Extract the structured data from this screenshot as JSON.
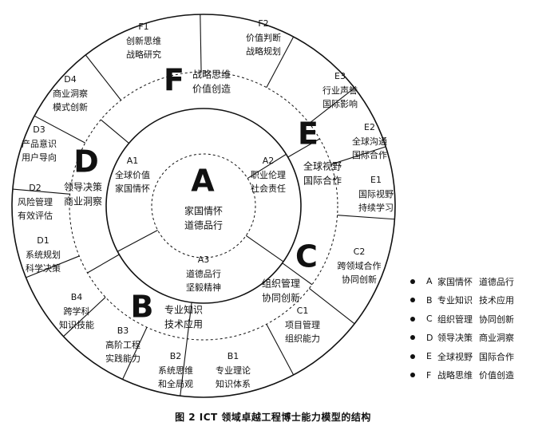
{
  "center": {
    "letter": "A",
    "lines": [
      "家国情怀",
      "道德品行"
    ]
  },
  "inner_ring": [
    {
      "id": "A1",
      "lines": [
        "全球价值",
        "家国情怀"
      ]
    },
    {
      "id": "A2",
      "lines": [
        "职业伦理",
        "社会责任"
      ]
    },
    {
      "id": "A3",
      "lines": [
        "道德品行",
        "坚毅精神"
      ]
    }
  ],
  "middle_ring": [
    {
      "letter": "F",
      "lines": [
        "战略思维",
        "价值创造"
      ]
    },
    {
      "letter": "E",
      "lines": [
        "全球视野",
        "国际合作"
      ]
    },
    {
      "letter": "C",
      "lines": [
        "组织管理",
        "协同创新"
      ]
    },
    {
      "letter": "B",
      "lines": [
        "专业知识",
        "技术应用"
      ]
    },
    {
      "letter": "D",
      "lines": [
        "领导决策",
        "商业洞察"
      ]
    }
  ],
  "outer_ring": [
    {
      "id": "F1",
      "lines": [
        "创新思维",
        "战略研究"
      ]
    },
    {
      "id": "F2",
      "lines": [
        "价值判断",
        "战略规划"
      ]
    },
    {
      "id": "E3",
      "lines": [
        "行业声誉",
        "国际影响"
      ]
    },
    {
      "id": "E2",
      "lines": [
        "全球沟通",
        "国际合作"
      ]
    },
    {
      "id": "E1",
      "lines": [
        "国际视野",
        "持续学习"
      ]
    },
    {
      "id": "C2",
      "lines": [
        "跨领域合作",
        "协同创新"
      ]
    },
    {
      "id": "C1",
      "lines": [
        "项目管理",
        "组织能力"
      ]
    },
    {
      "id": "B1",
      "lines": [
        "专业理论",
        "知识体系"
      ]
    },
    {
      "id": "B2",
      "lines": [
        "系统思维",
        "和全局观"
      ]
    },
    {
      "id": "B3",
      "lines": [
        "高阶工程",
        "实践能力"
      ]
    },
    {
      "id": "B4",
      "lines": [
        "跨学科",
        "知识技能"
      ]
    },
    {
      "id": "D1",
      "lines": [
        "系统规划",
        "科学决策"
      ]
    },
    {
      "id": "D2",
      "lines": [
        "风险管理",
        "有效评估"
      ]
    },
    {
      "id": "D3",
      "lines": [
        "产品意识",
        "用户导向"
      ]
    },
    {
      "id": "D4",
      "lines": [
        "商业洞察",
        "模式创新"
      ]
    }
  ],
  "legend": [
    {
      "letter": "A",
      "a": "家国情怀",
      "b": "道德品行"
    },
    {
      "letter": "B",
      "a": "专业知识",
      "b": "技术应用"
    },
    {
      "letter": "C",
      "a": "组织管理",
      "b": "协同创新"
    },
    {
      "letter": "D",
      "a": "领导决策",
      "b": "商业洞察"
    },
    {
      "letter": "E",
      "a": "全球视野",
      "b": "国际合作"
    },
    {
      "letter": "F",
      "a": "战略思维",
      "b": "价值创造"
    }
  ],
  "caption": "图 2   ICT 领域卓越工程博士能力模型的结构"
}
